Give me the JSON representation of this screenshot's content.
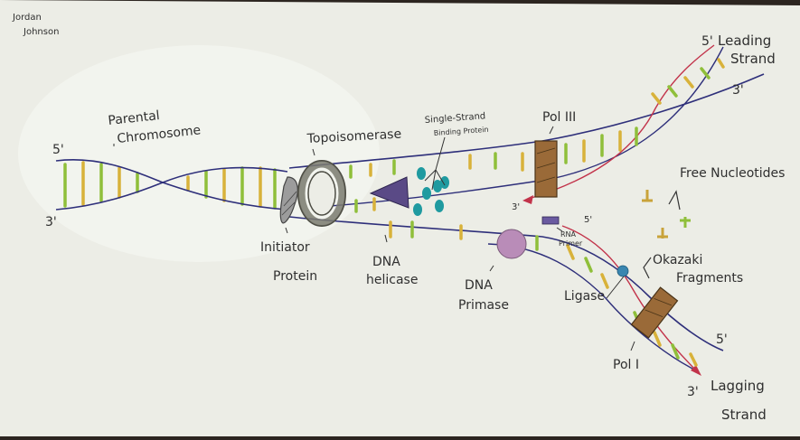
{
  "author": {
    "first": "Jordan",
    "last": "Johnson"
  },
  "labels": {
    "parental_line1": "Parental",
    "parental_line2": "Chromosome",
    "five_prime": "5'",
    "three_prime": "3'",
    "topoisomerase": "Topoisomerase",
    "ssbp_line1": "Single-Strand",
    "ssbp_line2": "Binding Protein",
    "pol3": "Pol III",
    "leading_line1": "Leading",
    "leading_line2": "Strand",
    "free_nucleotides": "Free Nucleotides",
    "initiator_line1": "Initiator",
    "initiator_line2": "Protein",
    "helicase_line1": "DNA",
    "helicase_line2": "helicase",
    "primase_line1": "DNA",
    "primase_line2": "Primase",
    "rna_primer_line1": "RNA",
    "rna_primer_line2": "Primer",
    "okazaki_line1": "Okazaki",
    "okazaki_line2": "Fragments",
    "ligase": "Ligase",
    "pol1": "Pol I",
    "lagging_line1": "Lagging",
    "lagging_line2": "Strand"
  },
  "colors": {
    "paper": "#ecede6",
    "dna_backbone": "#2e2f7a",
    "new_strand": "#c2334a",
    "base_green": "#8fbf3a",
    "base_yellow": "#d8b23a",
    "topoisomerase": "#7a7a6e",
    "helicase": "#5a4a86",
    "ssbp": "#1f9aa0",
    "primase": "#b98cb8",
    "polymerase": "#9a6a38",
    "primer": "#6a5aa0",
    "ligase": "#3a86b0"
  }
}
